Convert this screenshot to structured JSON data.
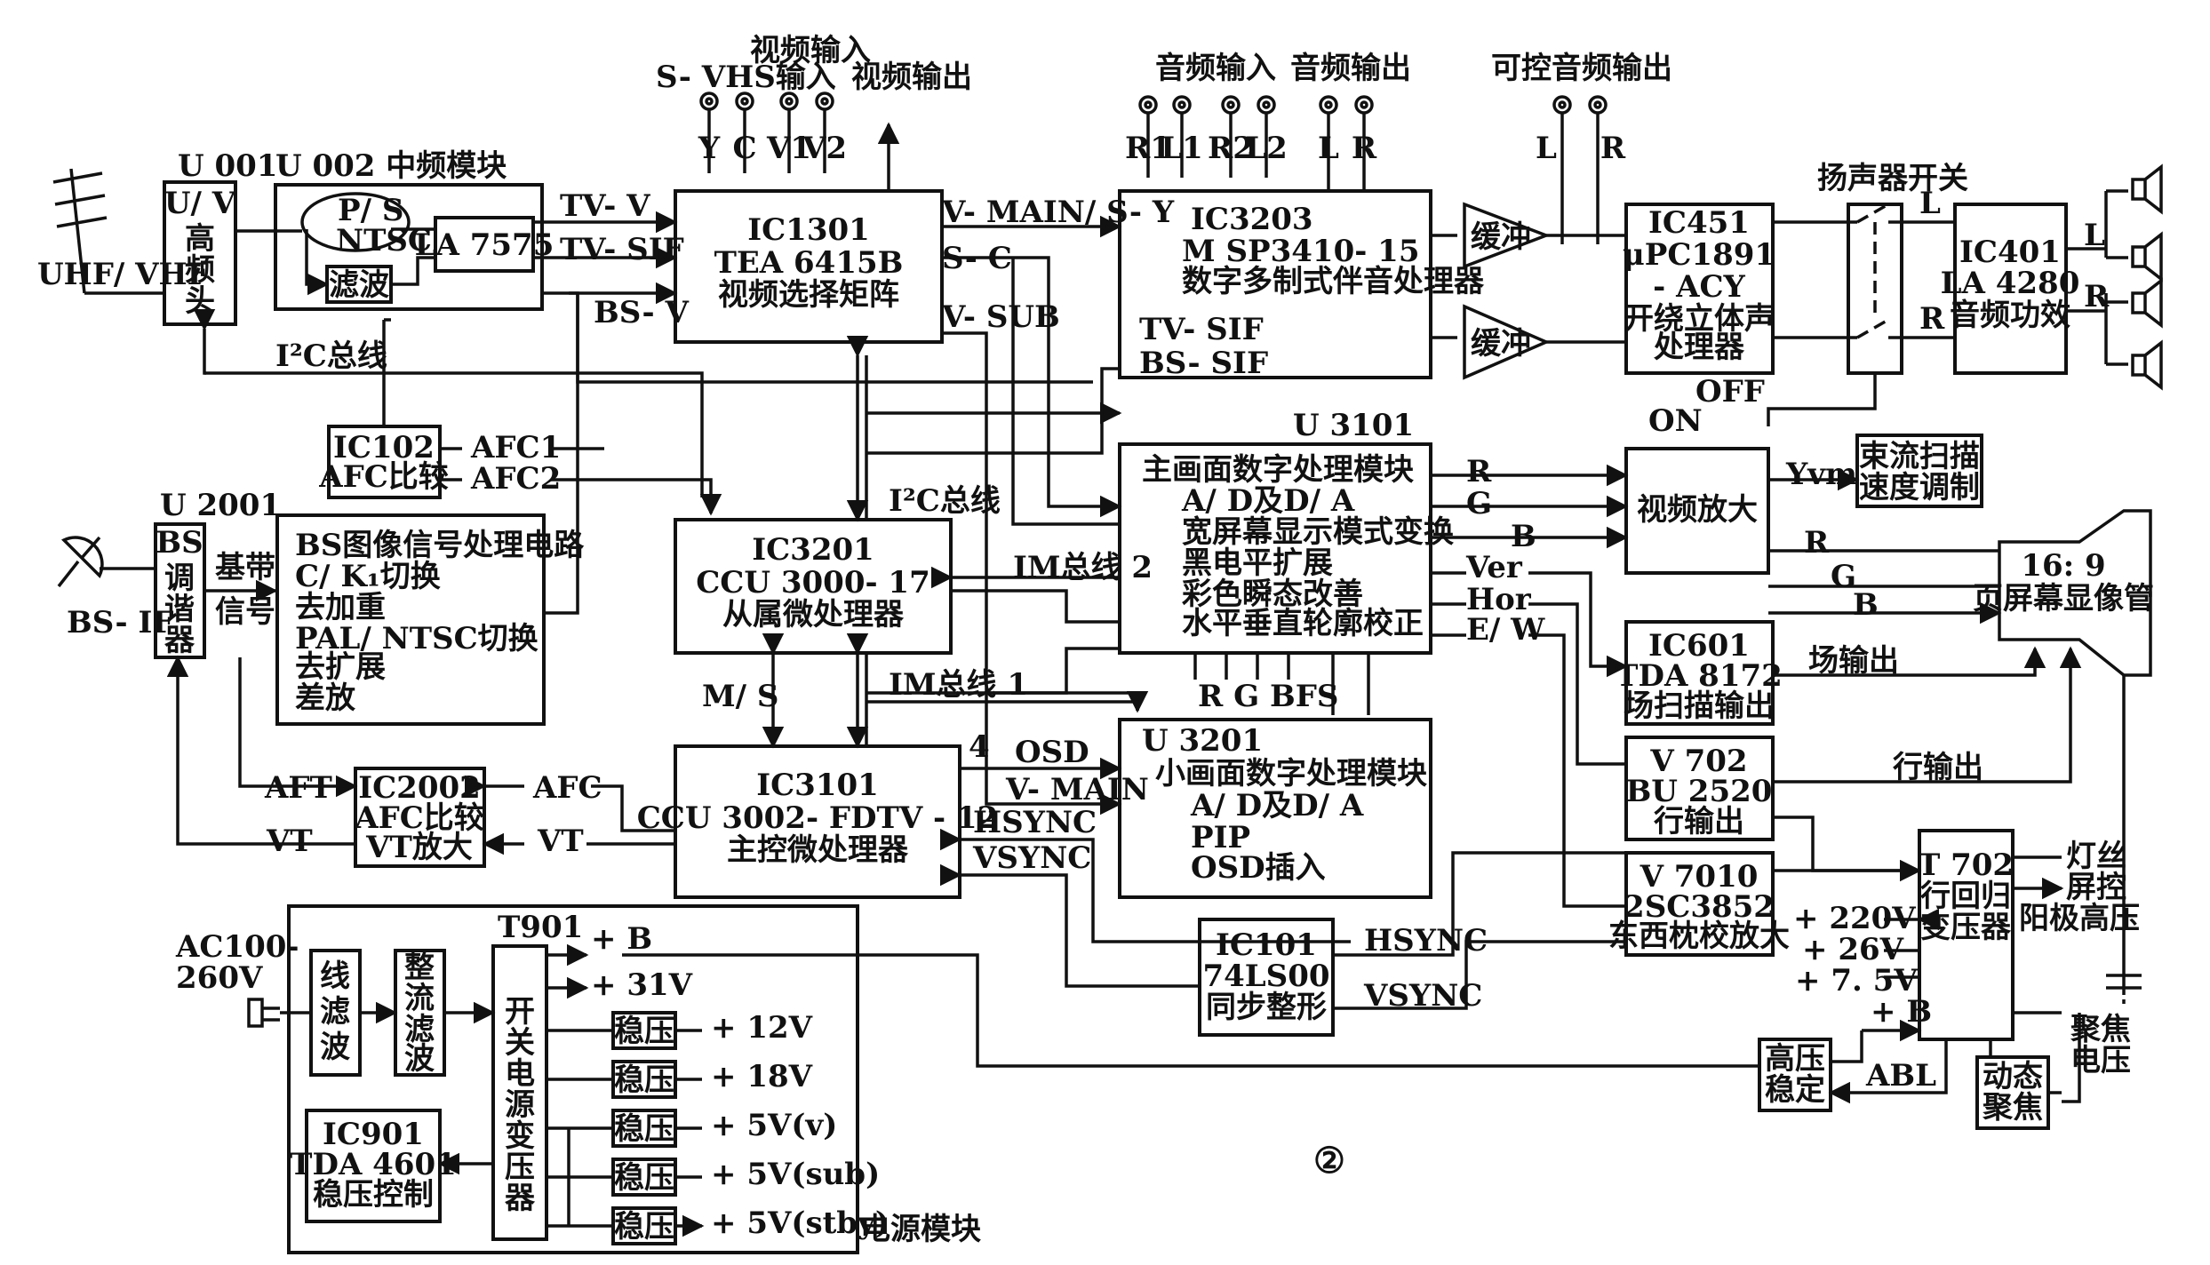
{
  "diagram": {
    "figure_number": "②",
    "top_labels": {
      "video_input": "视频输入",
      "svhs_input": "S- VHS输入",
      "video_output": "视频输出",
      "audio_input": "音频输入",
      "audio_output": "音频输出",
      "controllable_audio_output": "可控音频输出",
      "speaker_switch": "扬声器开关"
    },
    "jack_labels": [
      "Y",
      "C",
      "V1",
      "V2",
      "R1",
      "L1",
      "R2",
      "L2",
      "L",
      "R",
      "L",
      "R"
    ],
    "antenna": {
      "uhf_vhf": "UHF/ VHF",
      "bs_if": "BS- IF"
    },
    "blocks": {
      "u001": {
        "name": "U 001",
        "lines": [
          "U/ V",
          "高",
          "频",
          "头"
        ]
      },
      "u002": {
        "name": "U 002 中频模块",
        "pn": "P/ S",
        "ntsc": "NTSC",
        "filter": "滤波",
        "la": "LA 7575"
      },
      "ic102": {
        "lines": [
          "IC102",
          "AFC比较"
        ]
      },
      "u2001": {
        "name": "U 2001",
        "lines": [
          "BS",
          "调",
          "谐",
          "器"
        ]
      },
      "bs_proc": {
        "lines": [
          "BS图像信号处理电路",
          "C/ K₁切换",
          "去加重",
          "PAL/ NTSC切换",
          "去扩展",
          "差放"
        ]
      },
      "ic1301": {
        "lines": [
          "IC1301",
          "TEA 6415B",
          "视频选择矩阵"
        ]
      },
      "ic3203": {
        "lines": [
          "IC3203",
          "M SP3410- 15",
          "数字多制式伴音处理器"
        ]
      },
      "buffer1": "缓冲",
      "buffer2": "缓冲",
      "ic451": {
        "lines": [
          "IC451",
          "μPC1891",
          "- ACY",
          "开绕立体声",
          "处理器"
        ]
      },
      "ic401": {
        "lines": [
          "IC401",
          "LA 4280",
          "音频功效"
        ]
      },
      "u3101": {
        "name": "U 3101",
        "lines": [
          "主画面数字处理模块",
          "A/ D及D/ A",
          "宽屏幕显示模式变换",
          "黑电平扩展",
          "彩色瞬态改善",
          "水平垂直轮廓校正"
        ]
      },
      "video_amp": "视频放大",
      "beam_scan": {
        "lines": [
          "束流扫描",
          "速度调制"
        ]
      },
      "crt": {
        "lines": [
          "16: 9",
          "页屏幕显像管"
        ]
      },
      "ic3201": {
        "lines": [
          "IC3201",
          "CCU 3000- 17",
          "从属微处理器"
        ]
      },
      "ic601": {
        "lines": [
          "IC601",
          "TDA 8172",
          "场扫描输出"
        ]
      },
      "v702": {
        "lines": [
          "V 702",
          "BU 2520",
          "行输出"
        ]
      },
      "u3201": {
        "name": "U 3201",
        "lines": [
          "小画面数字处理模块",
          "A/ D及D/ A",
          "PIP",
          "OSD插入"
        ]
      },
      "ic2002": {
        "lines": [
          "IC2002",
          "AFC比较",
          "VT放大"
        ]
      },
      "ic3101": {
        "lines": [
          "IC3101",
          "CCU 3002- FDTV - 12",
          "主控微处理器"
        ]
      },
      "v7010": {
        "lines": [
          "V 7010",
          "2SC3852",
          "东西枕校放大"
        ]
      },
      "t702": {
        "lines": [
          "T 702",
          "行回归",
          "变压器"
        ]
      },
      "ic101": {
        "lines": [
          "IC101",
          "74LS00",
          "同步整形"
        ]
      },
      "hv_reg": {
        "lines": [
          "高压",
          "稳定"
        ]
      },
      "dyn_focus": {
        "lines": [
          "动态",
          "聚焦"
        ]
      },
      "power": {
        "ac_in": [
          "AC100-",
          "260V"
        ],
        "line_filter": [
          "线",
          "滤",
          "波"
        ],
        "rect_filter": [
          "整",
          "流",
          "滤",
          "波"
        ],
        "t901": "T901",
        "smps_tf": [
          "开",
          "关",
          "电",
          "源",
          "变",
          "压",
          "器"
        ],
        "ic901": [
          "IC901",
          "TDA 4601",
          "稳压控制"
        ],
        "regulator": "稳压",
        "outputs": [
          "+ B",
          "+ 31V",
          "+ 12V",
          "+ 18V",
          "+ 5V(v)",
          "+ 5V(sub)",
          "+ 5V(stby)"
        ],
        "module_label": "电源模块"
      }
    },
    "signals": {
      "tv_v": "TV- V",
      "tv_sif": "TV- SIF",
      "bs_v": "BS- V",
      "v_main_s_y": "V- MAIN/ S- Y",
      "s_c": "S- C",
      "v_sub": "V- SUB",
      "tv_sif2": "TV- SIF",
      "bs_sif": "BS- SIF",
      "i2c_1": "I²C总线",
      "i2c_2": "I²C总线",
      "afc1": "AFC1",
      "afc2": "AFC2",
      "baseband": [
        "基带",
        "信号"
      ],
      "m_bus2": "IM总线 2",
      "m_bus1": "IM总线 1",
      "m_s": "M/ S",
      "off": "OFF",
      "on": "ON",
      "r": "R",
      "g": "G",
      "b": "B",
      "l": "L",
      "yvm": "Yvm",
      "ver": "Ver",
      "hor": "Hor",
      "ew": "E/ W",
      "rgbfs": "R  G  BFS",
      "field_out": "场输出",
      "line_out": "行输出",
      "osd": "OSD",
      "four": "4",
      "v_main": "V- MAIN",
      "hsync": "HSYNC",
      "vsync": "VSYNC",
      "aft": "AFT",
      "vt": "VT",
      "afc": "AFC",
      "filament": "灯丝",
      "screen": "屏控",
      "anode": "阳极高压",
      "v220": "+ 220V",
      "v26": "+ 26V",
      "v75": "+ 7. 5V",
      "plus_b": "+ B",
      "abl": "ABL",
      "focus_v": [
        "聚焦",
        "电压"
      ]
    }
  }
}
